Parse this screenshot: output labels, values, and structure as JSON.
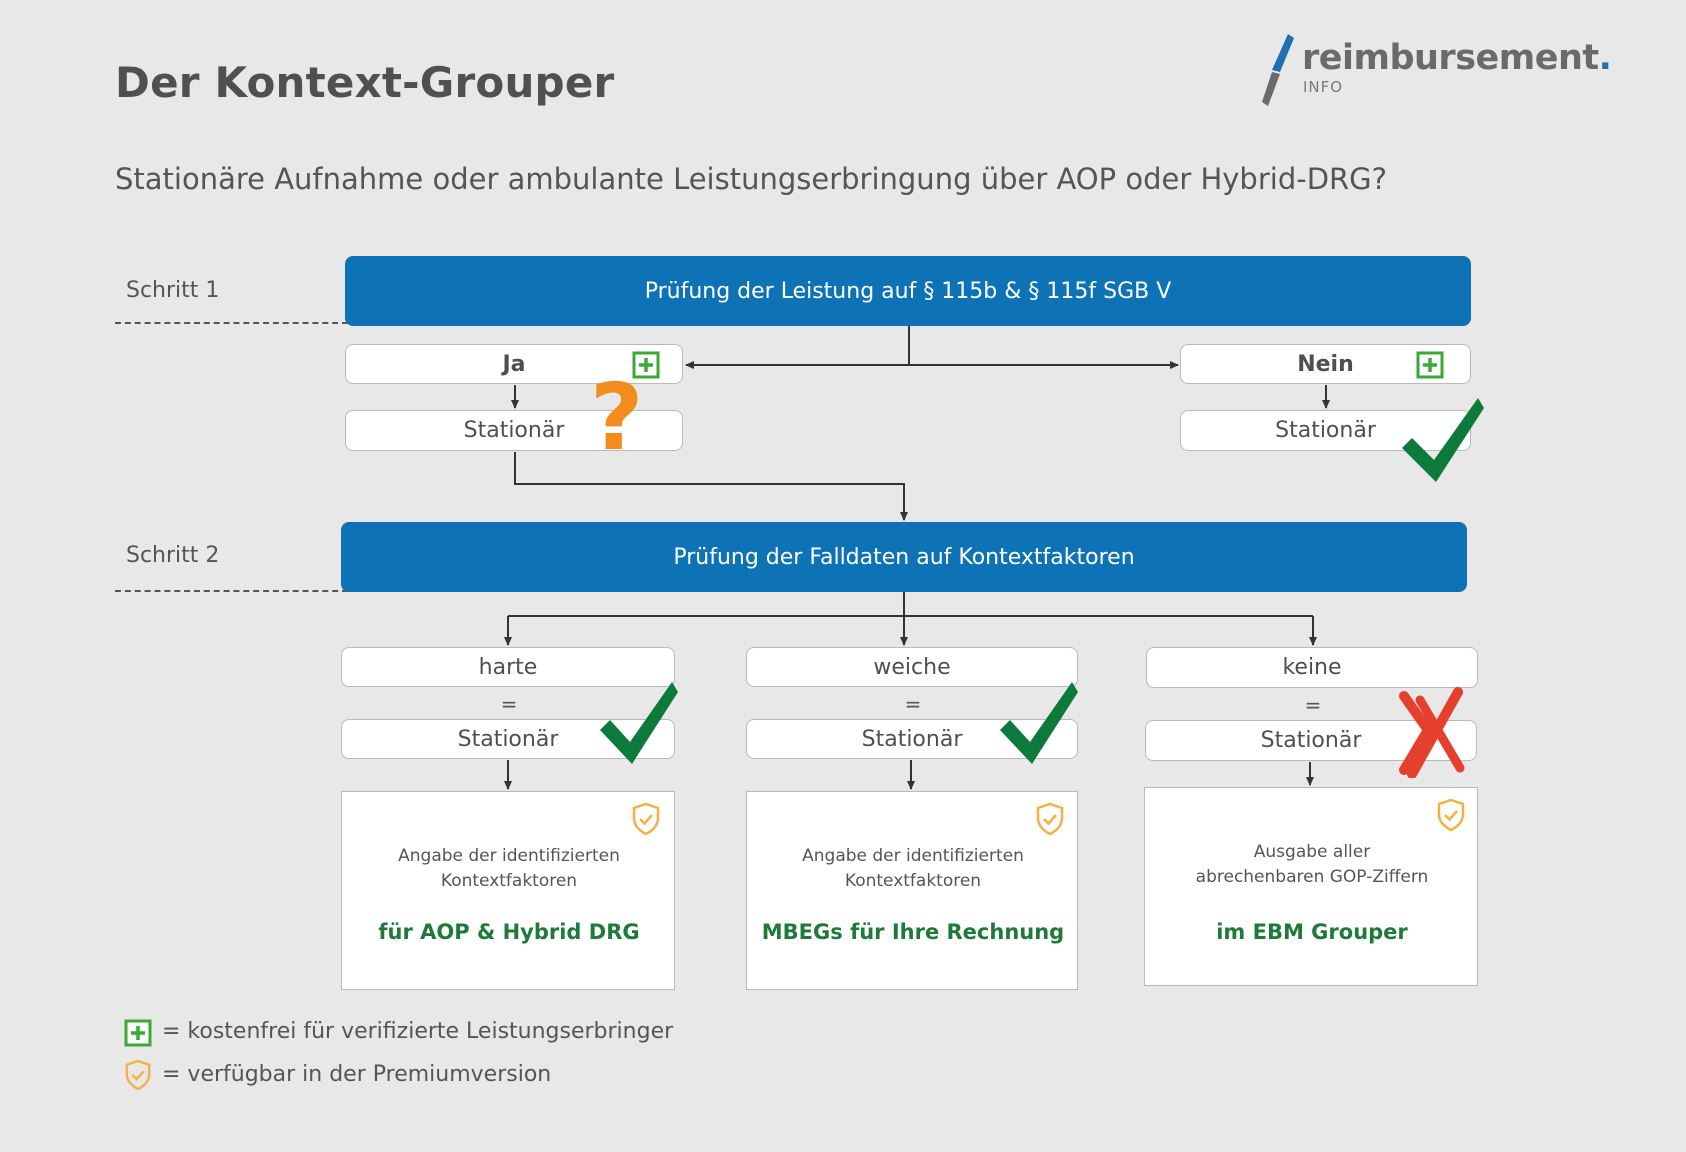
{
  "title": "Der Kontext-Grouper",
  "subtitle": "Stationäre Aufnahme oder ambulante Leistungserbringung über AOP oder Hybrid-DRG?",
  "logo": {
    "word": "reimbursement",
    "dot": ".",
    "sub": "INFO"
  },
  "step1": {
    "label": "Schritt 1",
    "bar": "Prüfung der Leistung auf § 115b & § 115f SGB V",
    "yes": {
      "label": "Ja",
      "result": "Stationär",
      "marker": "?"
    },
    "no": {
      "label": "Nein",
      "result": "Stationär"
    }
  },
  "step2": {
    "label": "Schritt 2",
    "bar": "Prüfung der Falldaten auf Kontextfaktoren",
    "columns": [
      {
        "label": "harte",
        "eq": "=",
        "result": "Stationär",
        "verdict": "check",
        "text": "Angabe der identifizierten Kontextfaktoren",
        "green": "für AOP & Hybrid DRG"
      },
      {
        "label": "weiche",
        "eq": "=",
        "result": "Stationär",
        "verdict": "check",
        "text": "Angabe der identifizierten Kontextfaktoren",
        "green": "MBEGs für Ihre Rechnung"
      },
      {
        "label": "keine",
        "eq": "=",
        "result": "Stationär",
        "verdict": "cross",
        "text": "Ausgabe aller abrechenbaren GOP-Ziffern",
        "green": "im EBM Grouper"
      }
    ]
  },
  "legend": {
    "plus": "= kostenfrei für verifizierte Leistungserbringer",
    "shield": "= verfügbar in der Premiumversion"
  },
  "colors": {
    "bar": "#0e72b6",
    "plus": "#3aaa35",
    "check": "#0b7a3a",
    "question": "#f28c1c",
    "cross": "#e5402e",
    "shield": "#f5b041",
    "green_text": "#1f7a3a"
  }
}
